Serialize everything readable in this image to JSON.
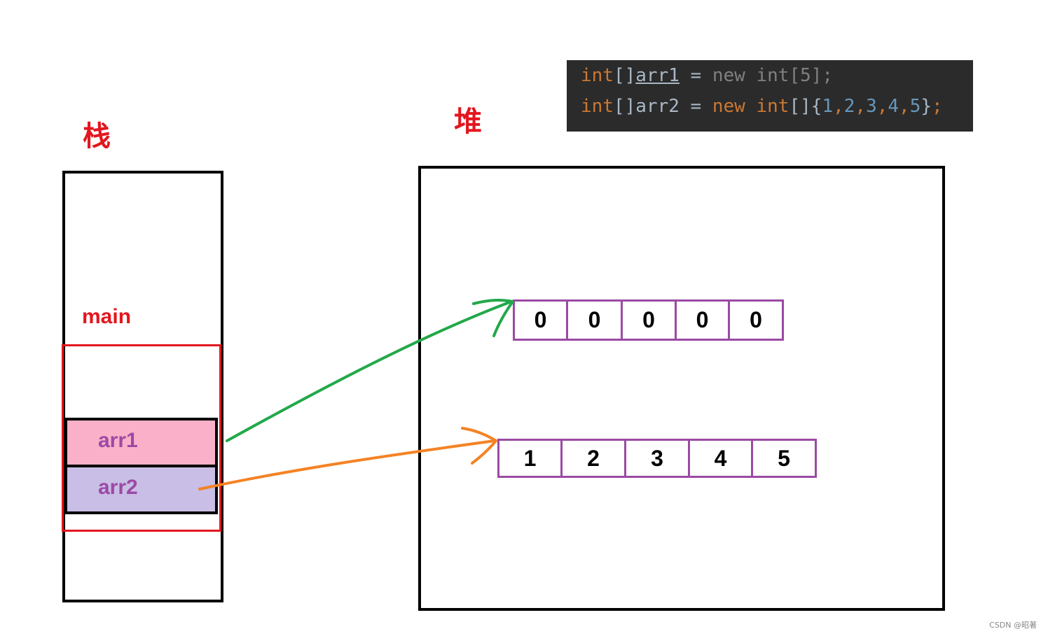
{
  "stack_title": "栈",
  "heap_title": "堆",
  "code": {
    "line1": {
      "kw1": "int",
      "brackets": "[]",
      "var": "arr1",
      "eq": " = ",
      "new": "new",
      "sp": " ",
      "type": "int",
      "rest": "[5];"
    },
    "line2": {
      "kw1": "int",
      "brackets": "[]",
      "var": "arr2",
      "eq": " = ",
      "new": "new",
      "sp": " ",
      "type": "int",
      "open": "[]{",
      "nums": [
        "1",
        "2",
        "3",
        "4",
        "5"
      ],
      "close": "}",
      "semi": ";"
    }
  },
  "stack": {
    "frame_label": "main",
    "vars": [
      {
        "name": "arr1",
        "color": "#fbb0c9"
      },
      {
        "name": "arr2",
        "color": "#c8bee6"
      }
    ]
  },
  "heap": {
    "arrays": [
      {
        "values": [
          "0",
          "0",
          "0",
          "0",
          "0"
        ],
        "pointer_color": "#22a84a"
      },
      {
        "values": [
          "1",
          "2",
          "3",
          "4",
          "5"
        ],
        "pointer_color": "#f58224"
      }
    ]
  },
  "watermark": "CSDN @昭著"
}
